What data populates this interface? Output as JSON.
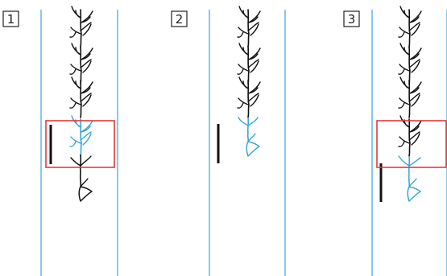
{
  "panels": [
    {
      "number": "1",
      "tree_color": "#111111",
      "accent_color": "#3aa6d6",
      "selection_color": "#e23a3a",
      "has_selection": true
    },
    {
      "number": "2",
      "tree_color": "#111111",
      "accent_color": "#3aa6d6",
      "has_selection": false
    },
    {
      "number": "3",
      "tree_color": "#111111",
      "accent_color": "#3aa6d6",
      "selection_color": "#e23a3a",
      "has_selection": true
    }
  ],
  "colors": {
    "frame": "#3aa6d6",
    "label_box": "#222222"
  }
}
